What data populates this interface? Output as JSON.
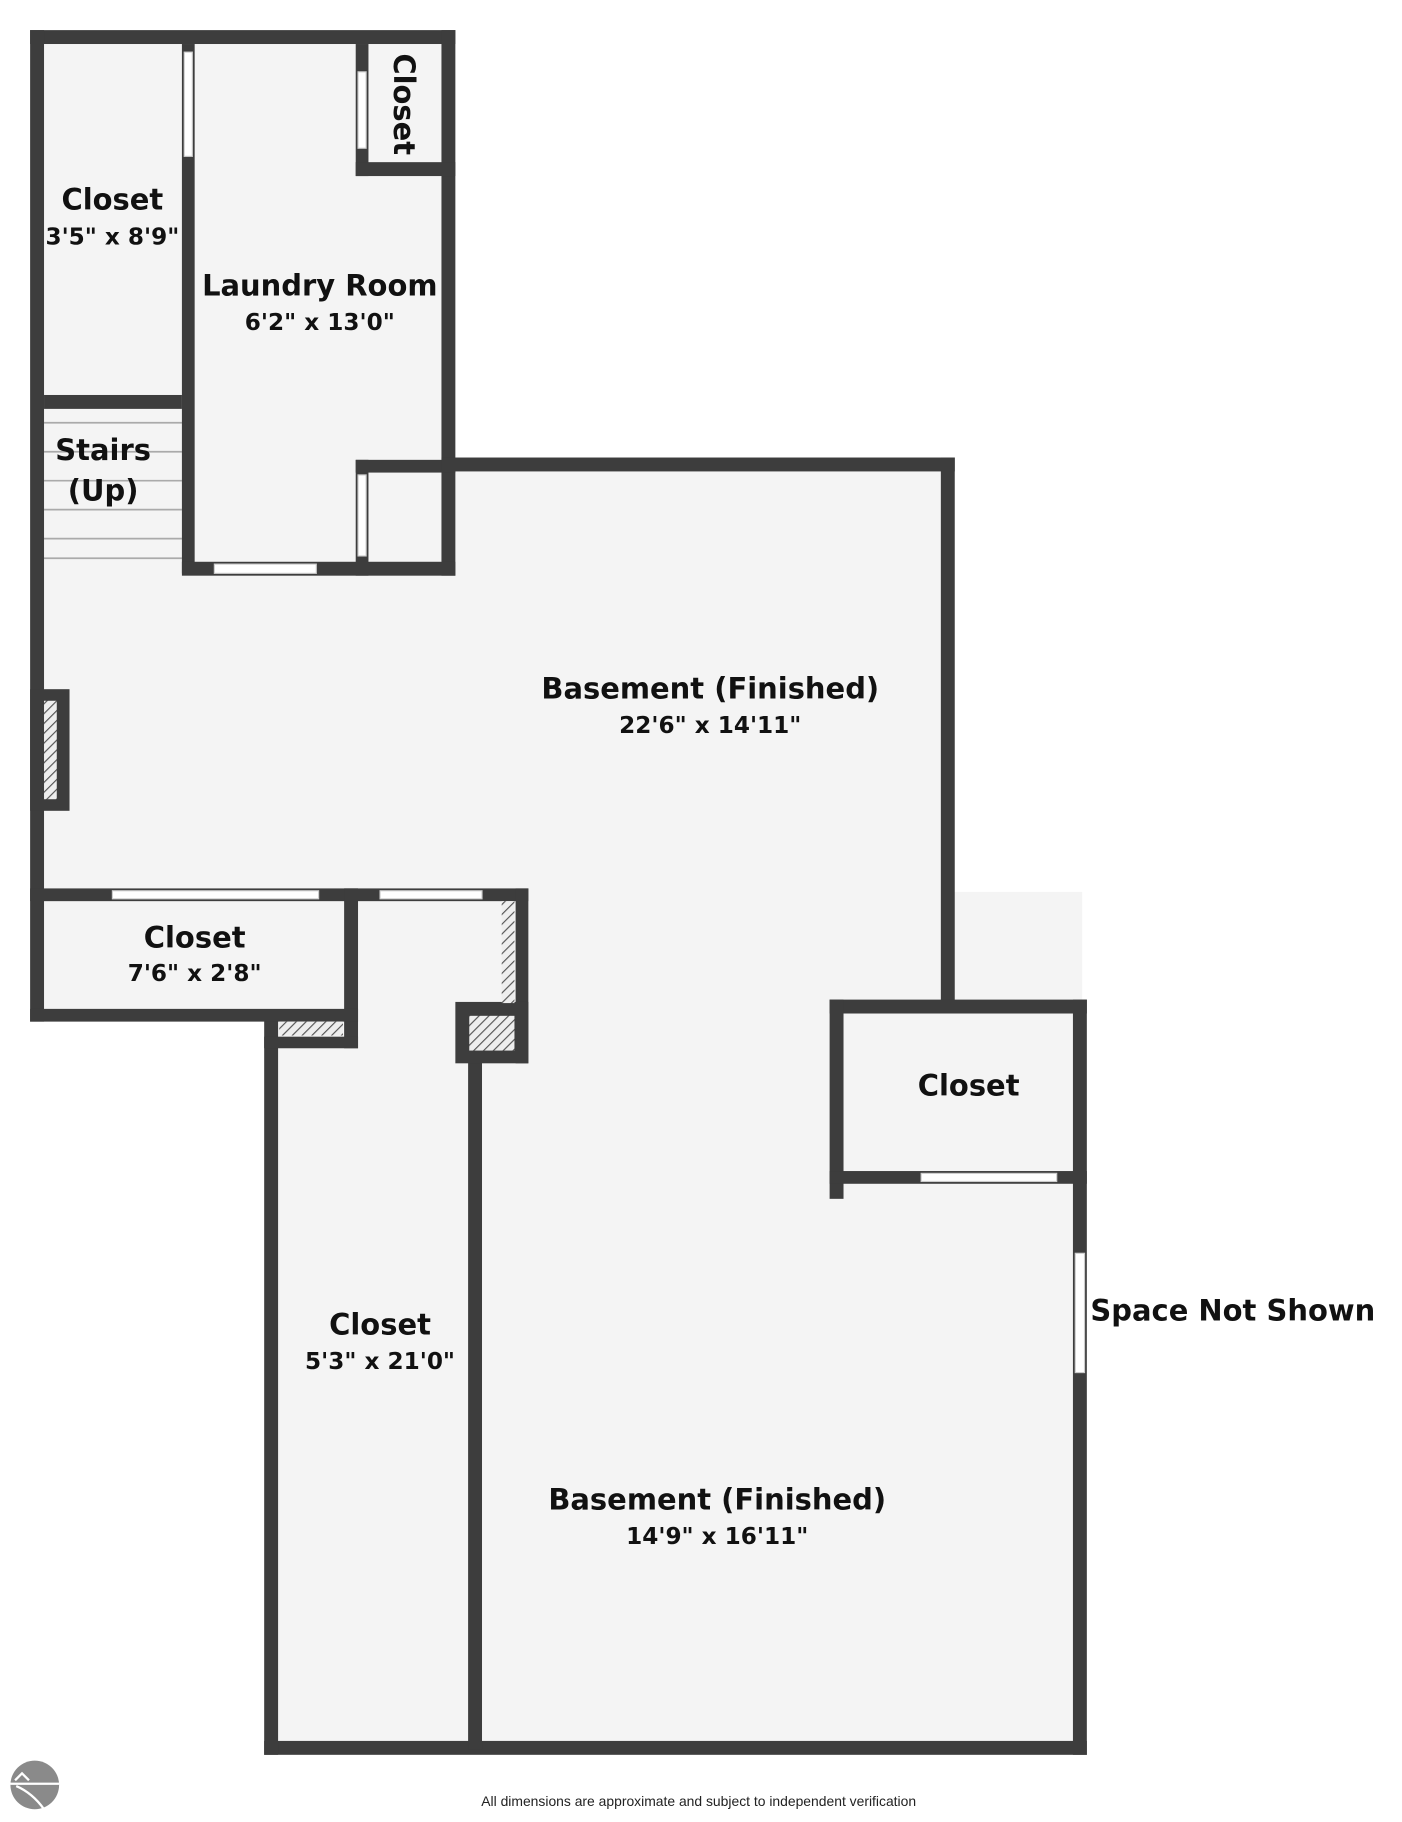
{
  "rooms": [
    {
      "name": "Closet",
      "dims": "3'5\" x 8'9\""
    },
    {
      "name": "Laundry Room",
      "dims": "6'2\" x 13'0\""
    },
    {
      "name": "Closet"
    },
    {
      "name": "Stairs",
      "name2": "(Up)"
    },
    {
      "name": "Basement (Finished)",
      "dims": "22'6\" x 14'11\""
    },
    {
      "name": "Closet",
      "dims": "7'6\" x 2'8\""
    },
    {
      "name": "Closet"
    },
    {
      "name": "Closet",
      "dims": "5'3\" x 21'0\""
    },
    {
      "name": "Basement (Finished)",
      "dims": "14'9\" x 16'11\""
    }
  ],
  "outside_label": "Space Not Shown",
  "footer": "All dimensions are approximate and subject to independent verification",
  "colors": {
    "wall": "#3d3d3d",
    "floor": "#f4f4f4",
    "logo": "#8a8a8a"
  }
}
